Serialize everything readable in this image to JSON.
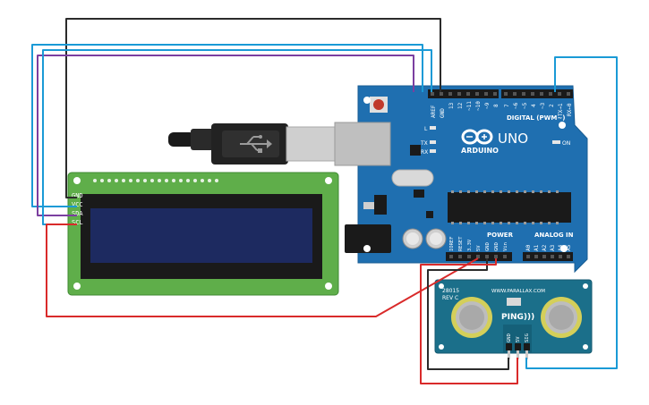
{
  "lcd": {
    "pins": [
      "GND",
      "VCC",
      "SDA",
      "SCL"
    ]
  },
  "arduino": {
    "logo_text": "ARDUINO",
    "model": "UNO",
    "digital_label": "DIGITAL (PWM~)",
    "digital_pins": [
      "AREF",
      "GND",
      "13",
      "12",
      "~11",
      "~10",
      "~9",
      "8",
      "7",
      "~6",
      "~5",
      "4",
      "~3",
      "2",
      "TX→1",
      "RX←0"
    ],
    "power_label": "POWER",
    "analog_label": "ANALOG IN",
    "power_pins": [
      "IOREF",
      "RESET",
      "3.3V",
      "5V",
      "GND",
      "GND",
      "Vin"
    ],
    "analog_pins": [
      "A0",
      "A1",
      "A2",
      "A3",
      "A4",
      "A5"
    ],
    "led_labels": [
      "L",
      "TX",
      "RX"
    ],
    "on_label": "ON"
  },
  "sensor": {
    "model": "28015",
    "rev": "REV C",
    "url": "WWW.PARALLAX.COM",
    "name": "PING)))",
    "pins": [
      "GND",
      "5V",
      "SIG"
    ]
  },
  "colors": {
    "wire_black": "#2b2b2b",
    "wire_red": "#d92a2a",
    "wire_blue": "#1a9ad6",
    "wire_purple": "#7b3fa0",
    "arduino_board": "#1f6fb0",
    "lcd_board": "#5fae4a",
    "lcd_screen": "#1d2a60",
    "sensor_board": "#1b6f8a"
  }
}
